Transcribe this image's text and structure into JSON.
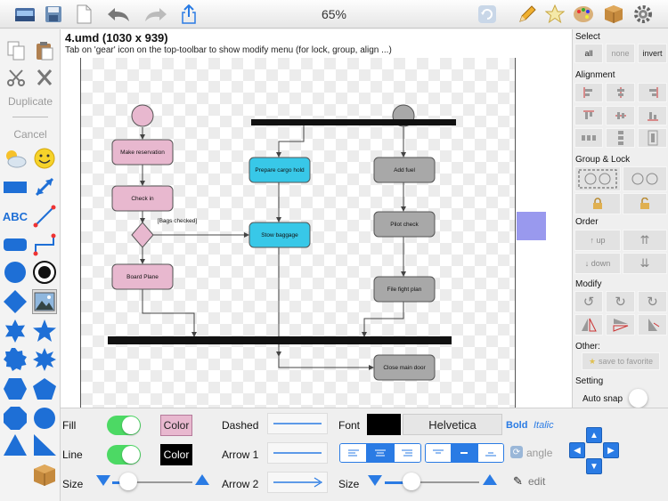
{
  "toolbar": {
    "zoom": "65%",
    "icons": [
      "open-file-icon",
      "save-icon",
      "new-document-icon",
      "undo-icon",
      "redo-icon",
      "share-icon",
      "refresh-icon",
      "pencil-icon",
      "star-icon",
      "palette-icon",
      "box-icon",
      "gear-icon"
    ]
  },
  "left_tools": {
    "duplicate_label": "Duplicate",
    "cancel_label": "Cancel",
    "text_tool_label": "ABC"
  },
  "document": {
    "title": "4.umd (1030 x 939)",
    "hint": "Tab on 'gear' icon on the top-toolbar to show modify menu (for lock, group, align ...)"
  },
  "diagram": {
    "nodes": {
      "make_reservation": "Make reservation",
      "check_in": "Check in",
      "bags_checked": "[Bags checked]",
      "board_plane": "Board Plane",
      "prepare_cargo_hold": "Prepare cargo hold",
      "stow_baggage": "Stow baggage",
      "add_fuel": "Add fuel",
      "pilot_check": "Pilot check",
      "file_fight_plan": "File fight plan",
      "close_main_door": "Close main door"
    },
    "colors": {
      "pink": "#e8b8cf",
      "cyan": "#38c8e8",
      "gray": "#a8a8a8",
      "selection": "#9999ee"
    }
  },
  "right_panel": {
    "select_header": "Select",
    "select_all": "all",
    "select_none": "none",
    "select_invert": "invert",
    "alignment_header": "Alignment",
    "group_lock_header": "Group & Lock",
    "order_header": "Order",
    "order_up": "↑ up",
    "order_down": "↓ down",
    "modify_header": "Modify",
    "other_header": "Other:",
    "save_favorite": "save to favorite",
    "setting_header": "Setting",
    "auto_snap": "Auto snap"
  },
  "bottom_panel": {
    "fill_label": "Fill",
    "line_label": "Line",
    "size_label": "Size",
    "color_label": "Color",
    "fill_color": "#e8b8cf",
    "line_color": "#000000",
    "dashed_label": "Dashed",
    "arrow1_label": "Arrow 1",
    "arrow2_label": "Arrow 2",
    "font_label": "Font",
    "font_name": "Helvetica",
    "bold_label": "Bold",
    "italic_label": "Italic",
    "angle_label": "angle",
    "edit_label": "edit",
    "size_label2": "Size",
    "accent": "#2a7be4"
  }
}
